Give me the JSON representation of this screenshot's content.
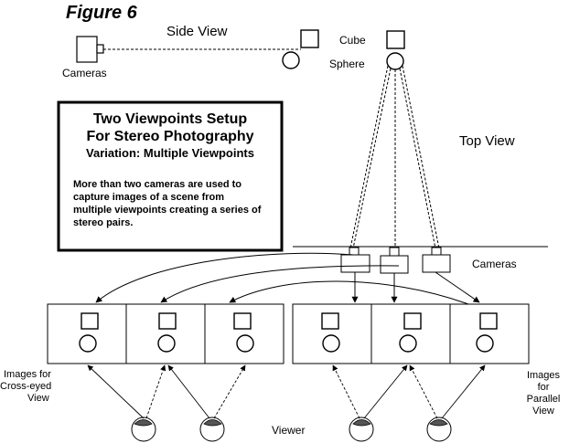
{
  "figure_label": "Figure 6",
  "labels": {
    "side_view": "Side View",
    "top_view": "Top View",
    "cube": "Cube",
    "sphere": "Sphere",
    "cameras_side": "Cameras",
    "cameras_top": "Cameras",
    "viewer": "Viewer",
    "cross_eyed": [
      "Images for",
      "Cross-eyed",
      "View"
    ],
    "parallel": [
      "Images",
      "for",
      "Parallel",
      "View"
    ]
  },
  "box": {
    "title_lines": [
      "Two Viewpoints Setup",
      "For Stereo Photography"
    ],
    "subtitle": "Variation: Multiple Viewpoints",
    "body_lines": [
      "More than two cameras are used to",
      "capture images of a scene from",
      "multiple viewpoints creating a series of",
      "stereo pairs."
    ]
  }
}
